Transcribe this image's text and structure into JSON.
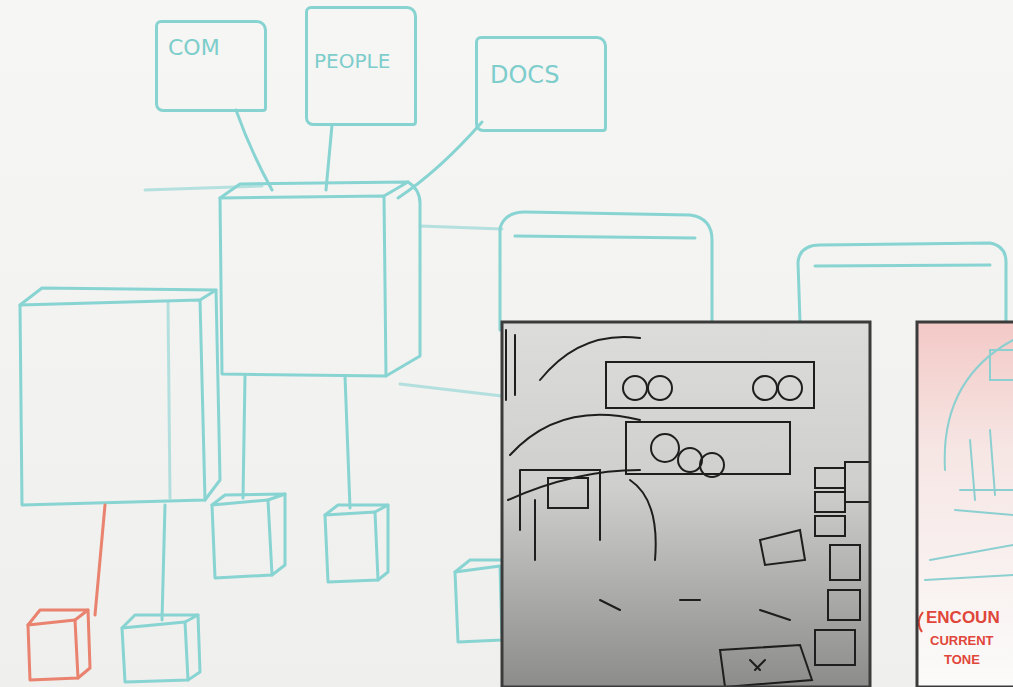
{
  "diagram": {
    "nodes": [
      {
        "text": [
          "COM"
        ]
      },
      {
        "text": [
          "PEOPLE"
        ]
      },
      {
        "text": [
          "DOCS"
        ]
      }
    ],
    "labels": [
      "ENCOUN",
      "CURRENT",
      "TONE"
    ]
  }
}
